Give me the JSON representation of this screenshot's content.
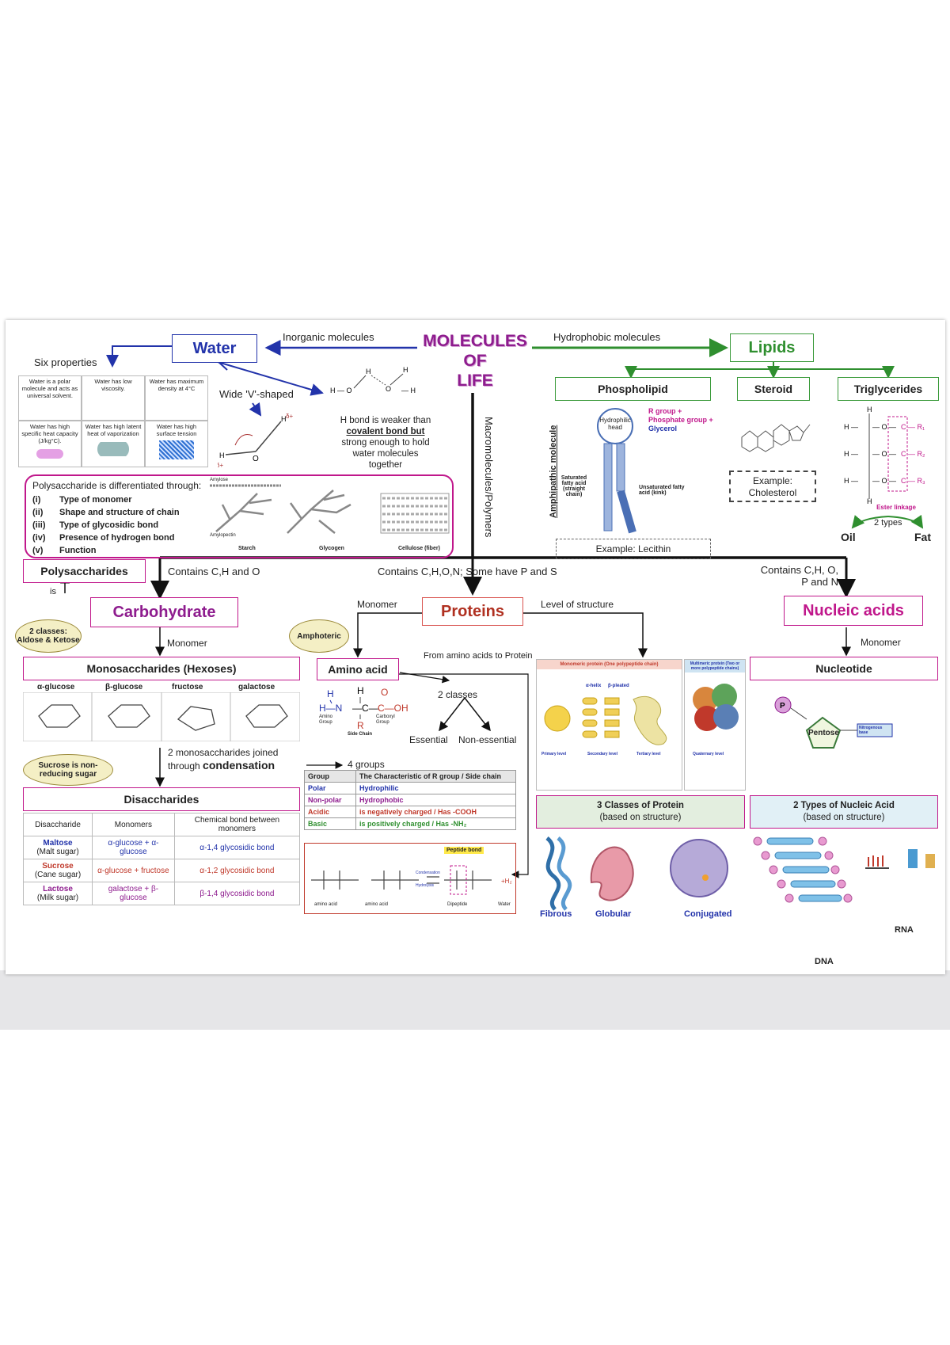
{
  "title": {
    "l1": "MOLECULES",
    "l2": "OF",
    "l3": "LIFE"
  },
  "links": {
    "inorganic": "Inorganic molecules",
    "hydrophobic": "Hydrophobic molecules",
    "macro": "Macromolecules/Polymers",
    "chon_carb": "Contains C,H and O",
    "chon_prot": "Contains C,H,O,N; Some have P and S",
    "chon_nuc_1": "Contains C,H, O,",
    "chon_nuc_2": "P and N",
    "monomer": "Monomer",
    "level": "Level of structure",
    "from_aa": "From amino acids to Protein",
    "is": "is"
  },
  "water": {
    "label": "Water",
    "six": "Six properties",
    "props": [
      "Water is a polar molecule and acts as universal solvent.",
      "Water has low viscosity.",
      "Water has maximum density at 4°C",
      "Water has high specific heat capacity (J/kg°C).",
      "Water has high latent heat of vaporization",
      "Water has high surface tension"
    ],
    "wide": "Wide 'V'-shaped",
    "hbond": [
      "H bond is weaker than",
      "covalent bond but",
      "strong enough to hold",
      "water molecules",
      "together"
    ]
  },
  "lipids": {
    "label": "Lipids",
    "phospholipid": "Phospholipid",
    "steroid": "Steroid",
    "triglycerides": "Triglycerides",
    "amphipathic": "Amphipathic molecule",
    "rgroup": [
      "R group +",
      "Phosphate group +",
      "Glycerol"
    ],
    "head": "Hydrophilic head",
    "saturated": "Saturated fatty acid (straight chain)",
    "unsaturated": "Unsaturated fatty acid (kink)",
    "lecithin": "Example:   Lecithin",
    "chol1": "Example:",
    "chol2": "Cholesterol",
    "ester": "Ester linkage",
    "two_types": "2 types",
    "oil": "Oil",
    "fat": "Fat"
  },
  "poly": {
    "title": "Polysaccharide is  differentiated through:",
    "items": [
      {
        "n": "(i)",
        "t": "Type of monomer"
      },
      {
        "n": "(ii)",
        "t": "Shape and structure of chain"
      },
      {
        "n": "(iii)",
        "t": "Type of glycosidic bond"
      },
      {
        "n": "(iv)",
        "t": "Presence of hydrogen bond"
      },
      {
        "n": "(v)",
        "t": "Function"
      }
    ],
    "amylose": "Amylose",
    "amylopectin": "Amylopectin",
    "starch": "Starch",
    "glycogen": "Glycogen",
    "cellulose": "Cellulose (fiber)",
    "label": "Polysaccharides"
  },
  "carb": {
    "label": "Carbohydrate",
    "classes": "2 classes: Aldose & Ketose",
    "mono": "Monosaccharides (Hexoses)",
    "sugars": [
      "α-glucose",
      "β-glucose",
      "fructose",
      "galactose"
    ],
    "join1": "2 monosaccharides joined",
    "join2": "through",
    "join3": "condensation",
    "sucrose_note": "Sucrose is non-reducing sugar",
    "di": "Disaccharides",
    "thead": [
      "Disaccharide",
      "Monomers",
      "Chemical bond between monomers"
    ],
    "rows": [
      {
        "name": "Maltose",
        "alias": "(Malt sugar)",
        "mono": "α-glucose + α-glucose",
        "bond": "α-1,4 glycosidic bond"
      },
      {
        "name": "Sucrose",
        "alias": "(Cane sugar)",
        "mono": "α-glucose + fructose",
        "bond": "α-1,2 glycosidic bond"
      },
      {
        "name": "Lactose",
        "alias": "(Milk sugar)",
        "mono": "galactose + β-glucose",
        "bond": "β-1,4 glycosidic bond"
      }
    ]
  },
  "prot": {
    "label": "Proteins",
    "amphoteric": "Amphoteric",
    "aa": "Amino acid",
    "amino_group": "Amino Group",
    "carboxyl_group": "Carboxyl Group",
    "side_chain": "Side Chain",
    "two_classes": "2 classes",
    "essential": "Essential",
    "nonessential": "Non-essential",
    "four_groups": "4 groups",
    "rthead": [
      "Group",
      "The Characteristic of R group / Side chain"
    ],
    "rrows": [
      {
        "g": "Polar",
        "c": "Hydrophilic"
      },
      {
        "g": "Non-polar",
        "c": "Hydrophobic"
      },
      {
        "g": "Acidic",
        "c": "is negatively charged / Has -COOH"
      },
      {
        "g": "Basic",
        "c": "is positively charged / Has -NH₂"
      }
    ],
    "peptide": "Peptide bond",
    "pep_labels": [
      "amino acid",
      "amino acid",
      "Dipeptide",
      "Water"
    ],
    "condensation": "Condensation",
    "hydrolysis": "Hydrolysis",
    "mono_title": "Monomeric protein (One polypeptide chain)",
    "multi_title": "Multimeric protein (Two or more polypeptide chains)",
    "helix": "α-helix",
    "sheet": "β-pleated",
    "levels": [
      "Primary level",
      "Secondary level",
      "Tertiary level",
      "Quaternary level"
    ],
    "three_classes_1": "3 Classes of Protein",
    "three_classes_2": "(based on structure)",
    "fibrous": "Fibrous",
    "globular": "Globular",
    "conjugated": "Conjugated"
  },
  "nuc": {
    "label": "Nucleic acids",
    "nucleotide": "Nucleotide",
    "pentose": "Pentose",
    "base": "Nitrogenous base",
    "two_types_1": "2 Types of Nucleic Acid",
    "two_types_2": "(based on structure)",
    "rna": "RNA",
    "dna": "DNA"
  },
  "colors": {
    "accent_green": "#3a9a3a",
    "arrow_blue": "#2233aa",
    "title_purple": "#8e1c8e",
    "magenta": "#c0178b"
  }
}
